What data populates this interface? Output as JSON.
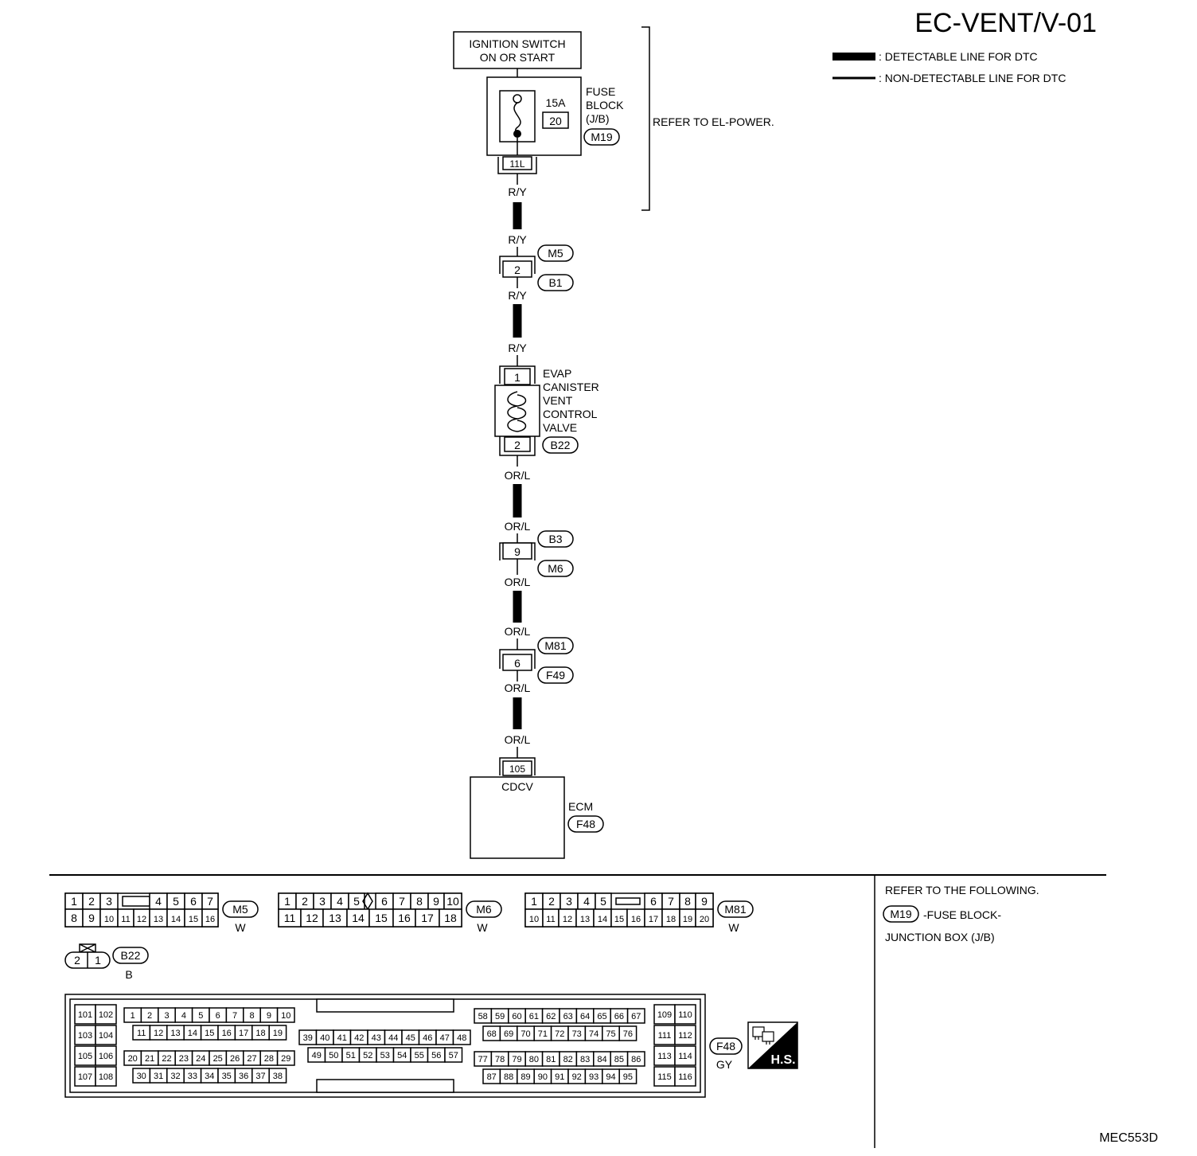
{
  "page_title": "EC-VENT/V-01",
  "legend": {
    "detectable": ": DETECTABLE LINE FOR DTC",
    "non_detectable": ": NON-DETECTABLE LINE FOR DTC"
  },
  "ignition": {
    "line1": "IGNITION SWITCH",
    "line2": "ON OR START"
  },
  "fuse_block": {
    "line1": "FUSE",
    "line2": "BLOCK",
    "line3": "(J/B)",
    "amp": "15A",
    "fuse_no": "20",
    "connector": "M19",
    "terminal": "11L"
  },
  "refer_power": "REFER TO EL-POWER.",
  "wires": {
    "ry": "R/Y",
    "orl": "OR/L"
  },
  "joint_m5_b1": {
    "pin": "2",
    "top": "M5",
    "bottom": "B1"
  },
  "valve": {
    "line1": "EVAP",
    "line2": "CANISTER",
    "line3": "VENT",
    "line4": "CONTROL",
    "line5": "VALVE",
    "pin_top": "1",
    "pin_bottom": "2",
    "connector": "B22"
  },
  "joint_b3_m6": {
    "pin": "9",
    "top": "B3",
    "bottom": "M6"
  },
  "joint_m81_f49": {
    "pin": "6",
    "top": "M81",
    "bottom": "F49"
  },
  "ecm": {
    "pin": "105",
    "signal": "CDCV",
    "label": "ECM",
    "connector": "F48"
  },
  "connectors": {
    "m5": {
      "id": "M5",
      "color": "W",
      "top": [
        "1",
        "2",
        "3",
        "",
        "4",
        "5",
        "6",
        "7"
      ],
      "bottom": [
        "8",
        "9",
        "10",
        "11",
        "12",
        "13",
        "14",
        "15",
        "16"
      ]
    },
    "m6": {
      "id": "M6",
      "color": "W",
      "top": [
        "1",
        "2",
        "3",
        "4",
        "5",
        "",
        "6",
        "7",
        "8",
        "9",
        "10"
      ],
      "bottom": [
        "11",
        "12",
        "13",
        "14",
        "15",
        "16",
        "17",
        "18"
      ]
    },
    "m81": {
      "id": "M81",
      "color": "W",
      "top": [
        "1",
        "2",
        "3",
        "4",
        "5",
        "",
        "6",
        "7",
        "8",
        "9"
      ],
      "bottom": [
        "10",
        "11",
        "12",
        "13",
        "14",
        "15",
        "16",
        "17",
        "18",
        "19",
        "20"
      ]
    },
    "b22": {
      "id": "B22",
      "color": "B",
      "pins": [
        "2",
        "1"
      ]
    },
    "f48": {
      "id": "F48",
      "color": "GY",
      "left": [
        [
          "101",
          "102"
        ],
        [
          "103",
          "104"
        ],
        [
          "105",
          "106"
        ],
        [
          "107",
          "108"
        ]
      ],
      "g1r1": [
        "1",
        "2",
        "3",
        "4",
        "5",
        "6",
        "7",
        "8",
        "9",
        "10"
      ],
      "g1r2": [
        "11",
        "12",
        "13",
        "14",
        "15",
        "16",
        "17",
        "18",
        "19"
      ],
      "g1r3": [
        "20",
        "21",
        "22",
        "23",
        "24",
        "25",
        "26",
        "27",
        "28",
        "29"
      ],
      "g1r4": [
        "30",
        "31",
        "32",
        "33",
        "34",
        "35",
        "36",
        "37",
        "38"
      ],
      "g2r1": [
        "39",
        "40",
        "41",
        "42",
        "43",
        "44",
        "45",
        "46",
        "47",
        "48"
      ],
      "g2r2": [
        "49",
        "50",
        "51",
        "52",
        "53",
        "54",
        "55",
        "56",
        "57"
      ],
      "g3r1": [
        "58",
        "59",
        "60",
        "61",
        "62",
        "63",
        "64",
        "65",
        "66",
        "67"
      ],
      "g3r2": [
        "68",
        "69",
        "70",
        "71",
        "72",
        "73",
        "74",
        "75",
        "76"
      ],
      "g3r3": [
        "77",
        "78",
        "79",
        "80",
        "81",
        "82",
        "83",
        "84",
        "85",
        "86"
      ],
      "g3r4": [
        "87",
        "88",
        "89",
        "90",
        "91",
        "92",
        "93",
        "94",
        "95"
      ],
      "right": [
        [
          "109",
          "110"
        ],
        [
          "111",
          "112"
        ],
        [
          "113",
          "114"
        ],
        [
          "115",
          "116"
        ]
      ]
    }
  },
  "hs_badge": "H.S.",
  "refer_following": {
    "title": "REFER TO THE FOLLOWING.",
    "connector": "M19",
    "line1": "-FUSE BLOCK-",
    "line2": "JUNCTION BOX (J/B)"
  },
  "figure_id": "MEC553D"
}
